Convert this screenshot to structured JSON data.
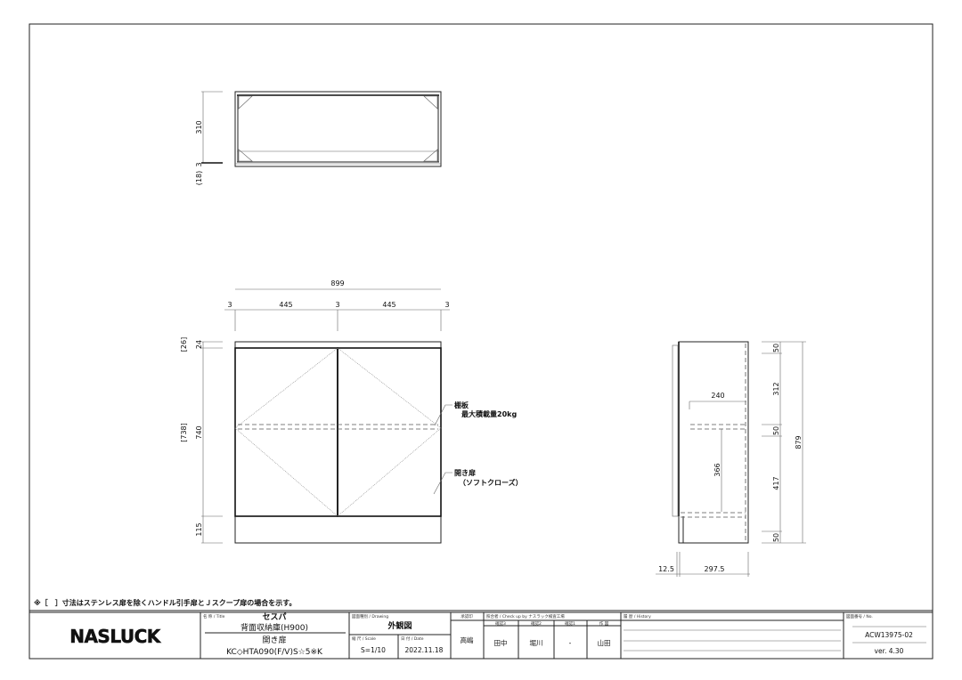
{
  "top_view": {
    "dim_depth": "310",
    "dim_gap": "3",
    "dim_thickness": "(18)"
  },
  "front_view": {
    "dim_total_width": "899",
    "dim_gap_left": "3",
    "dim_door_left": "445",
    "dim_gap_center": "3",
    "dim_door_right": "445",
    "dim_gap_right": "3",
    "dim_top_alt": "[26]",
    "dim_top": "24",
    "dim_door_alt": "[738]",
    "dim_door": "740",
    "dim_base": "115",
    "shelf_label": "棚板",
    "shelf_load": "最大積載量20kg",
    "door_label": "開き扉",
    "door_note": "（ソフトクローズ）"
  },
  "side_view": {
    "dim_shelf_depth": "240",
    "dim_shelf_height": "366",
    "dim_right": [
      "50",
      "312",
      "50",
      "417",
      "50"
    ],
    "dim_total_height": "879",
    "dim_door_thickness": "12.5",
    "dim_body_depth": "297.5"
  },
  "footnote": "※［　］寸法はステンレス扉を除くハンドル引手扉とＪスクープ扉の場合を示す。",
  "title_block": {
    "logo": "NASLUCK",
    "title_label": "名 称 / Title",
    "title_line1": "セスパ",
    "title_line2": "背面収納庫(H900)",
    "title_line3": "開き扉",
    "title_line4": "KC◇HTA090(F/V)S☆5※K",
    "drawing_label": "図面種別 / Drawing",
    "drawing_value": "外観図",
    "scale_label": "縮 尺 / Scale",
    "scale_value": "S=1/10",
    "date_label": "日 付 / Date",
    "date_value": "2022.11.18",
    "approval_label": "承認印",
    "approval_value": "高嶋",
    "check_label": "照合者 / Check up by ナスラック検査工場",
    "check_columns": [
      {
        "label": "確認3",
        "value": "田中"
      },
      {
        "label": "確認2",
        "value": "堀川"
      },
      {
        "label": "確認1",
        "value": "-"
      },
      {
        "label": "作 図",
        "value": "山田"
      }
    ],
    "history_label": "履 歴 / History",
    "number_label": "図面番号 / No.",
    "number_value": "ACW13975-02",
    "version": "ver. 4.30"
  }
}
